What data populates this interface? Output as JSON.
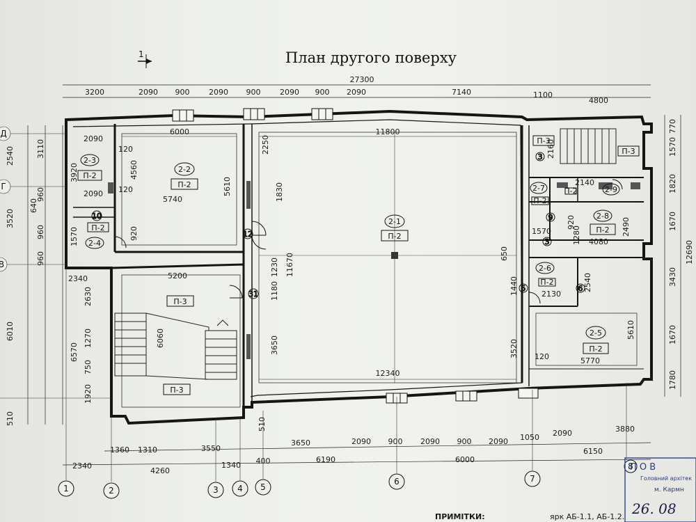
{
  "title": "План другого поверху",
  "section_mark": "1",
  "notes_label": "ПРИМІТКИ:",
  "notes_text": "ярк АБ-1.1, АБ-1.2.",
  "stamp": {
    "line1": "П О В",
    "line2": "Головний архітек",
    "line3": "м. Кармн",
    "date": "26. 08"
  },
  "axes": {
    "numbers": [
      "1",
      "2",
      "3",
      "4",
      "5",
      "6",
      "7",
      "8"
    ],
    "letters": [
      "Д",
      "Г",
      "В"
    ]
  },
  "top_dims": {
    "total": "27300",
    "chain": [
      "3200",
      "2090",
      "900",
      "2090",
      "900",
      "2090",
      "900",
      "2090",
      "7140",
      "1100",
      "4800"
    ]
  },
  "bottom_dims": {
    "chain1": [
      "1360",
      "1310",
      "3550",
      "3650",
      "2090",
      "900",
      "2090",
      "900",
      "2090",
      "1050",
      "2090",
      "3880"
    ],
    "chain2": [
      "2340",
      "4260",
      "1340",
      "400",
      "6190",
      "6000",
      "6150"
    ],
    "mid": "510"
  },
  "left_dims": [
    "3110",
    "2540",
    "3920",
    "960",
    "640",
    "960",
    "3520",
    "1570",
    "960",
    "2340",
    "2630",
    "6010",
    "6570",
    "1270",
    "750",
    "1920",
    "510"
  ],
  "right_dims": [
    "770",
    "1570",
    "1820",
    "1670",
    "12690",
    "3430",
    "1670",
    "1780"
  ],
  "rooms": [
    {
      "id": "2-1",
      "type": "П-2"
    },
    {
      "id": "2-2",
      "type": "П-2"
    },
    {
      "id": "2-3",
      "type": "П-2"
    },
    {
      "id": "2-4",
      "type": "П-2"
    },
    {
      "id": "2-5",
      "type": "П-2"
    },
    {
      "id": "2-6",
      "type": "П-2"
    },
    {
      "id": "2-7",
      "type": "П-2"
    },
    {
      "id": "2-8",
      "type": "П-2"
    },
    {
      "id": "2-9",
      "type": "П-2"
    }
  ],
  "stair_labels": [
    "П-3",
    "П-3",
    "П-3",
    "П-3"
  ],
  "interior_dims": {
    "d6000": "6000",
    "d11800": "11800",
    "d2250": "2250",
    "d1830": "1830",
    "d5610": "5610",
    "d4560": "4560",
    "d5740": "5740",
    "d120a": "120",
    "d120b": "120",
    "d2090a": "2090",
    "d2090b": "2090",
    "d920a": "920",
    "d5200": "5200",
    "d6060": "6060",
    "d11670": "11670",
    "d1230": "1230",
    "d1180": "1180",
    "d3650": "3650",
    "d12340": "12340",
    "d650": "650",
    "d1440": "1440",
    "d3520": "3520",
    "d5770": "5770",
    "d5610b": "5610",
    "d120c": "120",
    "d2140": "2140",
    "d4080": "4080",
    "d2490": "2490",
    "d1280": "1280",
    "d2540": "2540",
    "d1570": "1570",
    "d920b": "920",
    "d2130": "2130",
    "d2160": "2160"
  },
  "markers": {
    "m10": "10",
    "m12": "12",
    "m31": "31",
    "m3a": "3",
    "m3b": "3",
    "m9": "9",
    "m6": "6",
    "m5": "5"
  }
}
